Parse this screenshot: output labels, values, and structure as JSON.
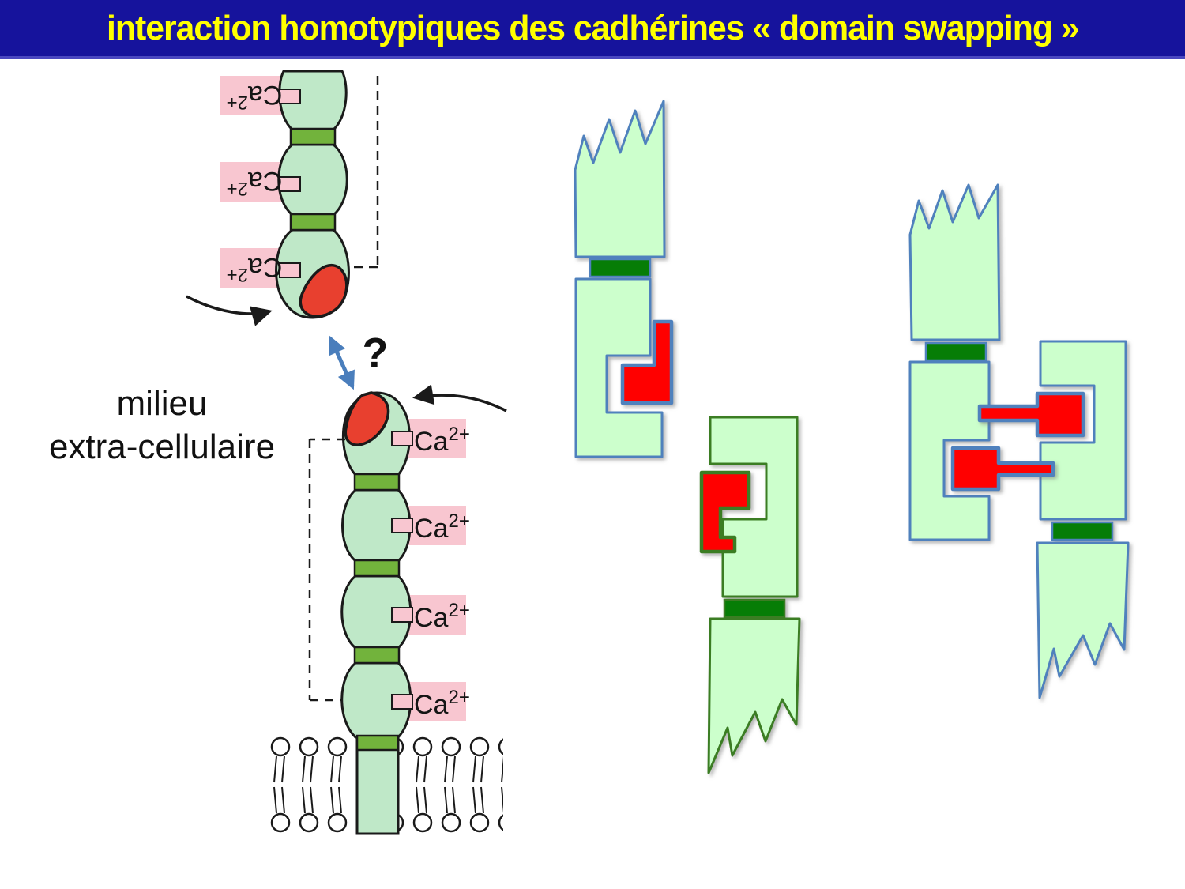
{
  "slide": {
    "title": "interaction homotypiques des cadhérines « domain swapping »"
  },
  "left_figure": {
    "milieu_line1": "milieu",
    "milieu_line2": "extra-cellulaire",
    "question_mark": "?",
    "calcium_label": {
      "base": "Ca",
      "sup": "2+"
    }
  },
  "colors": {
    "header_bg": "#16139c",
    "title_yellow": "#ffff00",
    "scan_green": "#bfe8c8",
    "scan_band_green": "#72b33c",
    "scan_pink": "#f8c6d0",
    "scan_red": "#e8402f",
    "schematic_fill": "#ccffcc",
    "schematic_blue_outline": "#4f81bd",
    "schematic_green_outline": "#3b7d23",
    "linker_dark_green": "#067d06",
    "swapped_domain_red": "#ff0000",
    "question_arrow_blue": "#4a7ebc"
  }
}
